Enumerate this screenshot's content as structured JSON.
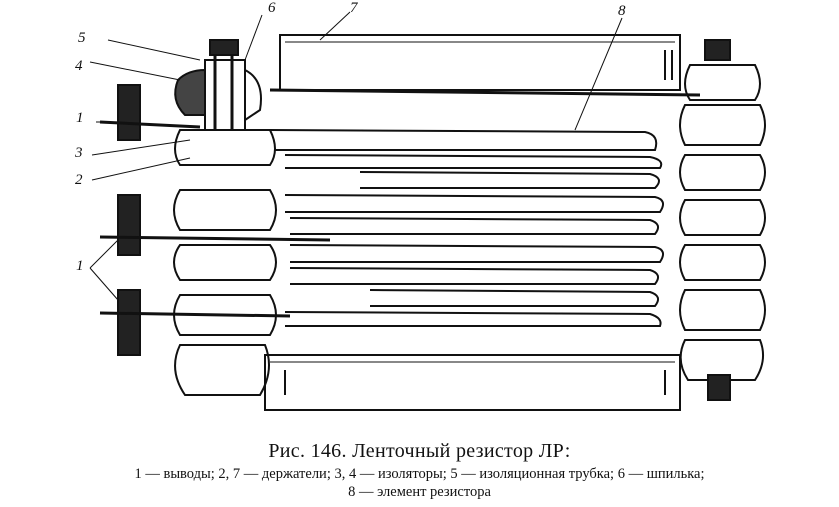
{
  "figure": {
    "callouts": [
      "1",
      "2",
      "3",
      "4",
      "5",
      "6",
      "7",
      "8",
      "1"
    ]
  },
  "caption": {
    "title": "Рис. 146. Ленточный резистор ЛР:",
    "legend_line1": "1 — выводы; 2, 7 — держатели; 3, 4 — изоляторы; 5 — изоляционная трубка; 6 — шпилька;",
    "legend_line2": "8 — элемент резистора"
  }
}
